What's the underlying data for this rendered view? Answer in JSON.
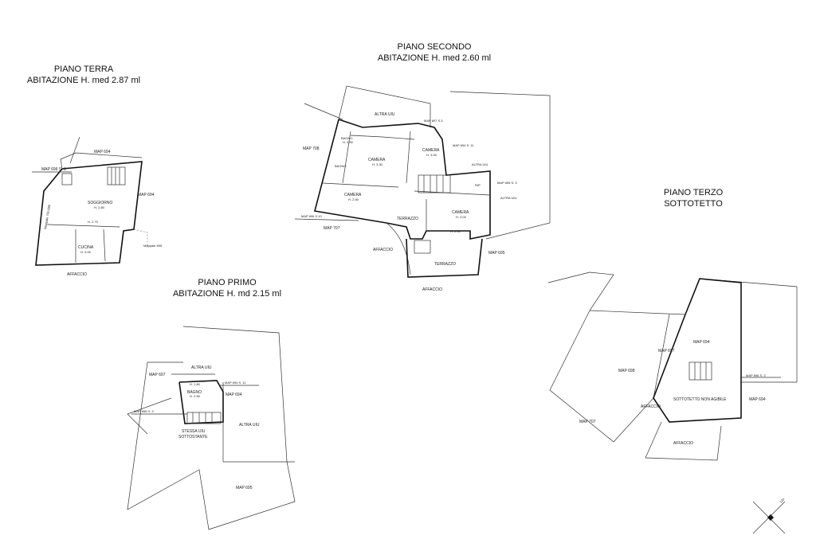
{
  "floors": {
    "ground": {
      "title": "PIANO TERRA",
      "subtitle": "ABITAZIONE H. med 2.87 ml",
      "labels": {
        "map694_top": "MAP 694",
        "map694_side": "MAP 694",
        "map696": "MAP 696 S. 3",
        "mappale_left": "Mappale 701-696",
        "soggiorno": "SOGGIORNO",
        "soggiorno_h": "H. 2.80",
        "h": "H. 2.70",
        "cucina": "CUCINA",
        "cucina_h": "H. 3.00",
        "mappale_695": "Mappale 695",
        "affaccio": "AFFACCIO"
      }
    },
    "second": {
      "title": "PIANO SECONDO",
      "subtitle": "ABITAZIONE H. med 2.60 ml",
      "labels": {
        "altra_uiu_top": "ALTRA UIU",
        "map697": "MAP 697 S.3",
        "bagno1": "BAGNO",
        "bagno1_h": "H. 2.50",
        "bagno2": "BAGNO",
        "camera1": "CAMERA",
        "camera1_h": "H. 3.30",
        "camera2": "CAMERA",
        "camera2_h": "H. 2.50",
        "camera3": "CAMERA",
        "camera3_h": "H. 3.00",
        "camera4": "CAMERA",
        "camera4_h": "H. 3.00",
        "map708": "MAP 708",
        "map694": "MAP 694 S. 11",
        "altra_uiu_mid": "ALTRA UIU",
        "map696": "MAP 696 S. 3",
        "rip": "RIP",
        "altra_uiu_right": "ALTRA UIU",
        "map696b": "MAP 696 S.10",
        "map707": "MAP 707",
        "terrazzo1": "TERRAZZO",
        "terrazzo2": "TERRAZZO",
        "affaccio_left": "AFFACCIO",
        "map695": "MAP 695",
        "affaccio_bottom": "AFFACCIO",
        "h_small": "H. 2.40"
      }
    },
    "first": {
      "title": "PIANO PRIMO",
      "subtitle": "ABITAZIONE H. md 2.15 ml",
      "labels": {
        "map697": "MAP 697",
        "altra_uiu_top": "ALTRA UIU",
        "map694_side": "MAP 694 S. 11",
        "bagno": "BAGNO",
        "bagno_h": "H. 2.50",
        "h": "H. 1.80",
        "map694": "MAP 694",
        "map696": "MAP 696 S. 3",
        "altra_uiu_right": "ALTRA UIU",
        "stessa": "STESSA UIU",
        "sottostante": "SOTTOSTANTE",
        "map695": "MAP 695"
      }
    },
    "third": {
      "title": "PIANO TERZO",
      "subtitle": "SOTTOTETTO",
      "labels": {
        "map694_top": "MAP 694",
        "map697": "MAP 697",
        "map698": "MAP 698",
        "map696": "MAP 696 S. 3",
        "sottotetto": "SOTTOTETTO NON AGIBILE",
        "map694": "MAP 694",
        "affaccio_left": "AFFACCIO",
        "map707": "MAP 707",
        "affaccio_bottom": "AFFACCIO"
      }
    }
  },
  "compass": {
    "label": "100"
  },
  "colors": {
    "line": "#111111",
    "paper": "#ffffff"
  }
}
